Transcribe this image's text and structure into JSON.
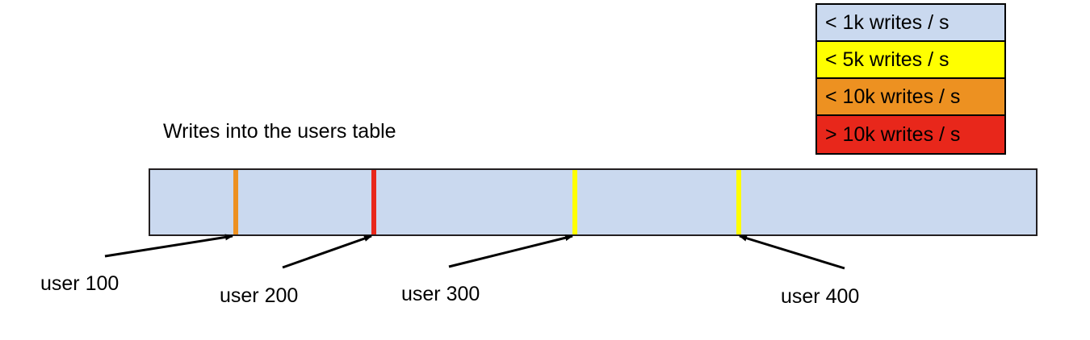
{
  "chart_data": {
    "type": "bar",
    "title": "Writes into the users table",
    "xlabel": "",
    "ylabel": "",
    "orientation": "horizontal",
    "description": "A single horizontal band representing the users table keyspace, shaded by write rate, with colored vertical markers at four user boundaries.",
    "base_fill_legend": "< 1k writes / s",
    "categories": [
      "user 100",
      "user 200",
      "user 300",
      "user 400"
    ],
    "values": [
      "< 10k writes / s",
      "> 10k writes / s",
      "< 5k writes / s",
      "< 5k writes / s"
    ],
    "markers": [
      {
        "label": "user 100",
        "color": "#ed9121",
        "legend": "< 10k writes / s",
        "x_fraction": 0.097
      },
      {
        "label": "user 200",
        "color": "#e8271b",
        "legend": "> 10k writes / s",
        "x_fraction": 0.252
      },
      {
        "label": "user 300",
        "color": "#ffff00",
        "legend": "< 5k writes / s",
        "x_fraction": 0.478
      },
      {
        "label": "user 400",
        "color": "#ffff00",
        "legend": "< 5k writes / s",
        "x_fraction": 0.662
      }
    ],
    "legend_position": "top-right",
    "grid": false
  },
  "legend": {
    "rows": [
      {
        "label": "< 1k writes / s",
        "color": "#cad9ef"
      },
      {
        "label": "< 5k writes / s",
        "color": "#ffff00"
      },
      {
        "label": "< 10k writes / s",
        "color": "#ed9121"
      },
      {
        "label": "> 10k writes / s",
        "color": "#e8271b"
      }
    ]
  },
  "title": {
    "text": "Writes into the users table"
  },
  "bar": {
    "fill_color": "#cad9ef",
    "border_color": "#231f20"
  },
  "labels": [
    {
      "text": "user 100"
    },
    {
      "text": "user 200"
    },
    {
      "text": "user 300"
    },
    {
      "text": "user 400"
    }
  ],
  "colors": {
    "blue": "#cad9ef",
    "yellow": "#ffff00",
    "orange": "#ed9121",
    "red": "#e8271b",
    "outline": "#000000"
  }
}
